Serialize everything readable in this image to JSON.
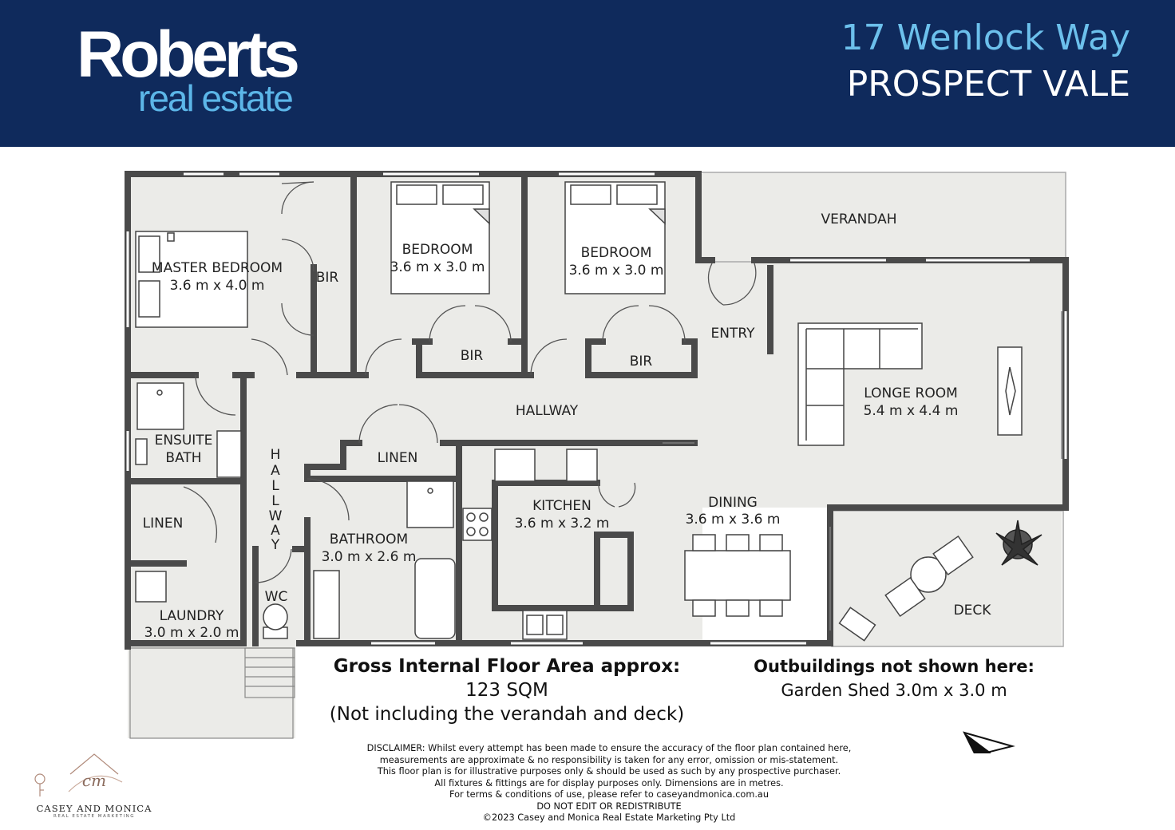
{
  "brand": {
    "name": "Roberts",
    "tagline": "real estate"
  },
  "address": {
    "street": "17 Wenlock Way",
    "suburb": "PROSPECT VALE"
  },
  "rooms": {
    "master_name": "MASTER BEDROOM",
    "master_dims": "3.6 m x 4.0 m",
    "bir": "BIR",
    "bed2_name": "BEDROOM",
    "bed2_dims": "3.6 m x 3.0 m",
    "bed3_name": "BEDROOM",
    "bed3_dims": "3.6 m x 3.0 m",
    "verandah": "VERANDAH",
    "entry": "ENTRY",
    "longe_name": "LONGE ROOM",
    "longe_dims": "5.4 m x 4.4 m",
    "hallway": "HALLWAY",
    "vertical_hallway": [
      "H",
      "A",
      "L",
      "L",
      "W",
      "A",
      "Y"
    ],
    "ensuite_l1": "ENSUITE",
    "ensuite_l2": "BATH",
    "linen": "LINEN",
    "kitchen_name": "KITCHEN",
    "kitchen_dims": "3.6 m x 3.2 m",
    "dining_name": "DINING",
    "dining_dims": "3.6 m x 3.6 m",
    "bathroom_name": "BATHROOM",
    "bathroom_dims": "3.0 m x 2.6 m",
    "wc": "WC",
    "laundry_name": "LAUNDRY",
    "laundry_dims": "3.0 m x 2.0 m",
    "deck": "DECK"
  },
  "floor_area": {
    "title": "Gross Internal Floor Area approx:",
    "value": "123 SQM",
    "note": "(Not including the verandah and deck)"
  },
  "outbuildings": {
    "title": "Outbuildings not shown here:",
    "detail": "Garden Shed 3.0m x 3.0 m"
  },
  "disclaimer": [
    "DISCLAIMER: Whilst every attempt has been made to ensure the accuracy of the floor plan contained here,",
    "measurements are approximate & no responsibility is taken for any error, omission or mis-statement.",
    "This floor plan is for illustrative purposes only & should be used as such by any prospective purchaser.",
    "All fixtures & fittings are for display purposes only. Dimensions are in metres.",
    "For terms & conditions of use, please refer to caseyandmonica.com.au",
    "DO NOT EDIT OR REDISTRIBUTE",
    "©2023 Casey and Monica Real Estate Marketing Pty Ltd"
  ],
  "marketer": {
    "name": "CASEY AND MONICA",
    "subtitle": "REAL ESTATE MARKETING",
    "monogram": "cm"
  },
  "compass": {
    "label": "N",
    "icon": "north-arrow-icon"
  },
  "colors": {
    "header_bg": "#0f2a5c",
    "accent": "#5cb6e8",
    "floor": "#ebebe8",
    "wall": "#4a4a4a"
  }
}
